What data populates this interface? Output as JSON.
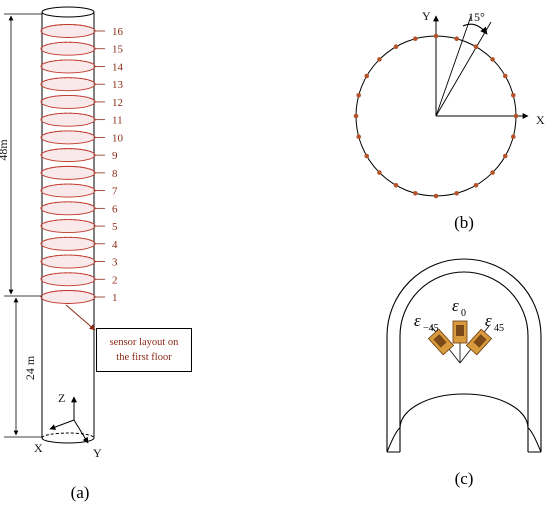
{
  "panel_a": {
    "panel_label": "(a)",
    "floor_labels": [
      "1",
      "2",
      "3",
      "4",
      "5",
      "6",
      "7",
      "8",
      "9",
      "10",
      "11",
      "12",
      "13",
      "14",
      "15",
      "16"
    ],
    "dim_upper": "48m",
    "dim_lower": "24 m",
    "callout_line1": "sensor layout on",
    "callout_line2": "the first floor",
    "axis_z": "Z",
    "axis_x": "X",
    "axis_y": "Y"
  },
  "panel_b": {
    "panel_label": "(b)",
    "axis_x": "X",
    "axis_y": "Y",
    "angle_label": "15°",
    "sensor_count": 24,
    "angle_step_deg": 15
  },
  "panel_c": {
    "panel_label": "(c)",
    "strain_main": "ε",
    "strain_left_sub": "−45",
    "strain_center_sub": "0",
    "strain_right_sub": "45"
  },
  "colors": {
    "sensor_ring": "#c0392b",
    "sensor_fill": "#f6d7db",
    "sensor_dot": "#b5542c",
    "label": "#8b2a16",
    "gauge": "#d89a3c"
  }
}
